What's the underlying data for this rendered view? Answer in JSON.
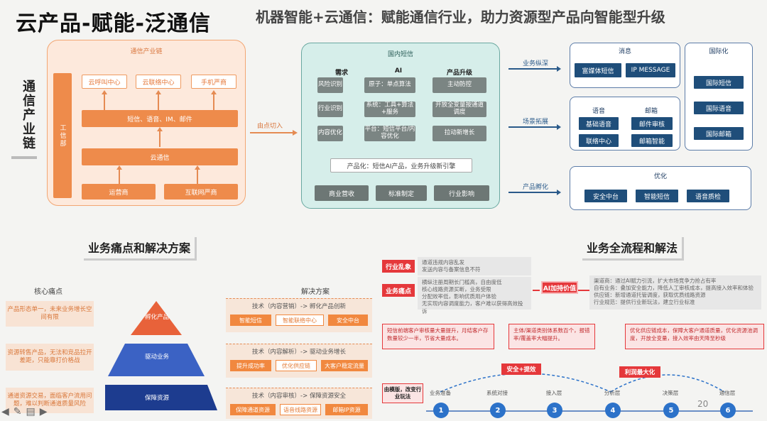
{
  "titles": {
    "main": "云产品-赋能-泛通信",
    "top": "机器智能+云通信：赋能通信行业，助力资源型产品向智能型升级"
  },
  "vertical_label": "通信产业链",
  "chain_panel": {
    "caption": "通信产业链",
    "side_label": "工信部",
    "top_row": [
      "云呼叫中心",
      "云联络中心",
      "手机严商"
    ],
    "middle": "短信、语音、IM、邮件",
    "cloud": "云通信",
    "bottom_row": [
      "运营商",
      "互联网严商"
    ]
  },
  "arrow_entry": "由点切入",
  "sms_panel": {
    "caption": "国内短信",
    "headers": [
      "需求",
      "AI",
      "产品升级"
    ],
    "rows": [
      [
        "风险识别",
        "原子：单点算法",
        "主动防控"
      ],
      [
        "行业识别",
        "系统：工具+算法+服务",
        "开放全变量按通道调度"
      ],
      [
        "内容优化",
        "平台：短信平台/内容优化",
        "拉动新增长"
      ]
    ],
    "productize": "产品化：短信AI产品，业务升级新引擎",
    "bottom": [
      "商业营收",
      "标准制定",
      "行业影响"
    ]
  },
  "arrows_right": {
    "deep": "业务纵深",
    "expand": "场景拓展",
    "incubate": "产品孵化"
  },
  "box_message": {
    "caption": "消息",
    "items": [
      "富媒体短信",
      "IP MESSAGE"
    ]
  },
  "box_voice_mail": {
    "voice_caption": "语音",
    "mail_caption": "邮箱",
    "voice_items": [
      "基础语音",
      "联络中心"
    ],
    "mail_items": [
      "邮件审核",
      "邮箱智能"
    ]
  },
  "box_intl": {
    "caption": "国际化",
    "items": [
      "国际短信",
      "国际语音",
      "国际邮箱"
    ]
  },
  "box_optimize": {
    "caption": "优化",
    "items": [
      "安全中台",
      "智能短信",
      "语音质检"
    ]
  },
  "section_left": {
    "title": "业务痛点和解决方案",
    "pain_title": "核心痛点",
    "sol_title": "解决方案",
    "pains": [
      "产品形态单一，未来业务增长空间有限",
      "资源转售产品，无法和竞品拉开差距，只能靠打价格战",
      "通道资源交易，面临客户流用问题，难以判断通道质量风险"
    ],
    "pyramid": [
      {
        "label": "孵化产品"
      },
      {
        "label": "驱动业务"
      },
      {
        "label": "保障资源"
      }
    ],
    "solutions": [
      {
        "caption": "技术（内容营销）-> 孵化产品创新",
        "tags": [
          "智能短信",
          "智能联络中心",
          "安全中台"
        ]
      },
      {
        "caption": "技术（内容解析）-> 驱动业务增长",
        "tags": [
          "提升成功率",
          "优化供应链",
          "大客户稳定流量"
        ]
      },
      {
        "caption": "技术（内容审核）-> 保障资源安全",
        "tags": [
          "保障通道资源",
          "语音线路资源",
          "邮箱IP资源"
        ]
      }
    ]
  },
  "section_right": {
    "title": "业务全流程和解法",
    "industry_tag": "行业乱象",
    "industry_notes": [
      "通道违规内容乱发",
      "发送内容与备案信息不符"
    ],
    "pain_tag": "业务痛点",
    "pain_notes": [
      "横纵注册周期长门槛高，自由度低",
      "核心线路资源买断，业务受限",
      "分配效率低，影响优质用户体验",
      "无实现内容调度能力，客户难以获得高效投诉"
    ],
    "ai_value": "AI加持价值",
    "value_notes": [
      "渠道商：通过AI赋力引流，扩大市场竞争力抢占有率",
      "自有业务：叠加安全能力，降低人工审核成本，提高接入效率和体验",
      "供应链：新增通道托管调度，获取优质线路资源",
      "行业规范：提供行业新玩法，建立行业标准"
    ],
    "pink_boxes": [
      "短信前端客户审核量大量提升，月结客户存数量较少一半，节省大量成本。",
      "主体/渠道类别体系数百个，报错率/覆盖率大幅提升。",
      "优化供应链成本，保障大客户通道质量，优化资源池调度，开放全变量，接入效率由天降至秒级"
    ],
    "benefit_1": "安全+提效",
    "benefit_2": "利润最大化",
    "lever_box": "由模版，改变行业玩法",
    "steps": [
      {
        "n": "1",
        "label": "业务准备"
      },
      {
        "n": "2",
        "label": "系统对接"
      },
      {
        "n": "3",
        "label": "接入层"
      },
      {
        "n": "4",
        "label": "分析层"
      },
      {
        "n": "5",
        "label": "决策层"
      },
      {
        "n": "6",
        "label": "通信层"
      }
    ]
  },
  "page_number": "20",
  "colors": {
    "orange": "#ee8b4b",
    "teal": "#d6eeea",
    "navy": "#1f4e7a",
    "red": "#e5383b",
    "step_blue": "#2c72c9"
  }
}
